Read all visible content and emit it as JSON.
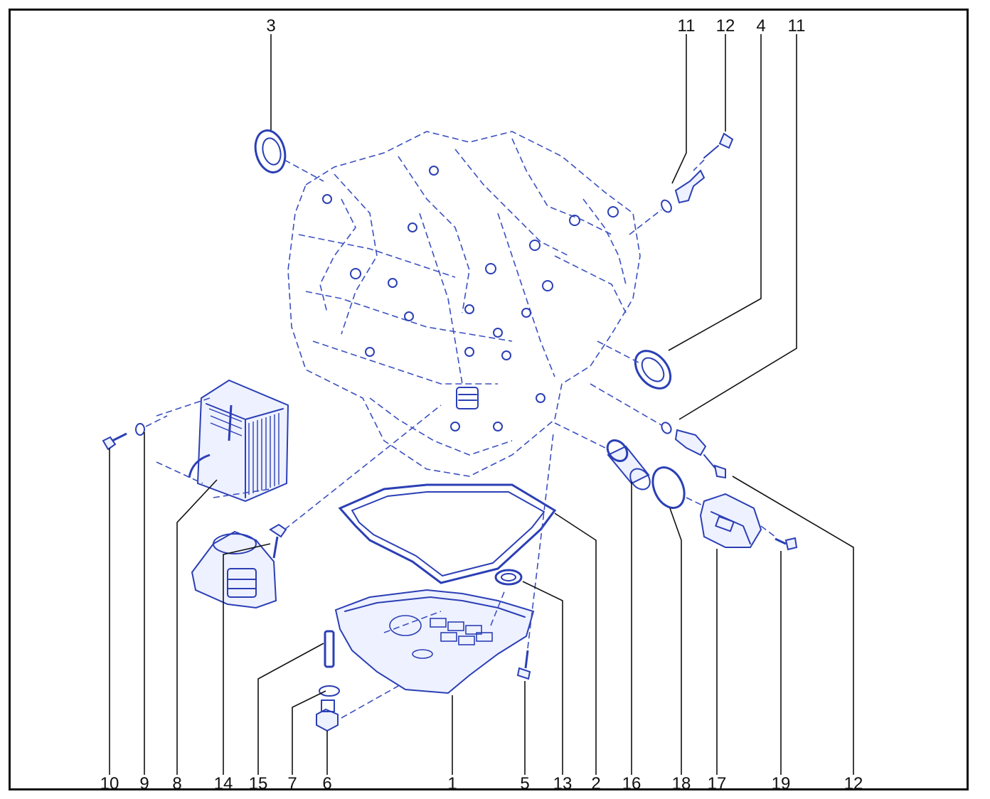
{
  "diagram": {
    "line_color": "#2b3fb5",
    "label_color": "#111111",
    "background": "#ffffff",
    "callouts": {
      "c3": "3",
      "c11a": "11",
      "c12a": "12",
      "c4": "4",
      "c11b": "11",
      "c10": "10",
      "c9": "9",
      "c8": "8",
      "c14": "14",
      "c15": "15",
      "c7": "7",
      "c6": "6",
      "c1": "1",
      "c5": "5",
      "c13": "13",
      "c2": "2",
      "c16": "16",
      "c18": "18",
      "c17": "17",
      "c19": "19",
      "c12b": "12"
    }
  }
}
